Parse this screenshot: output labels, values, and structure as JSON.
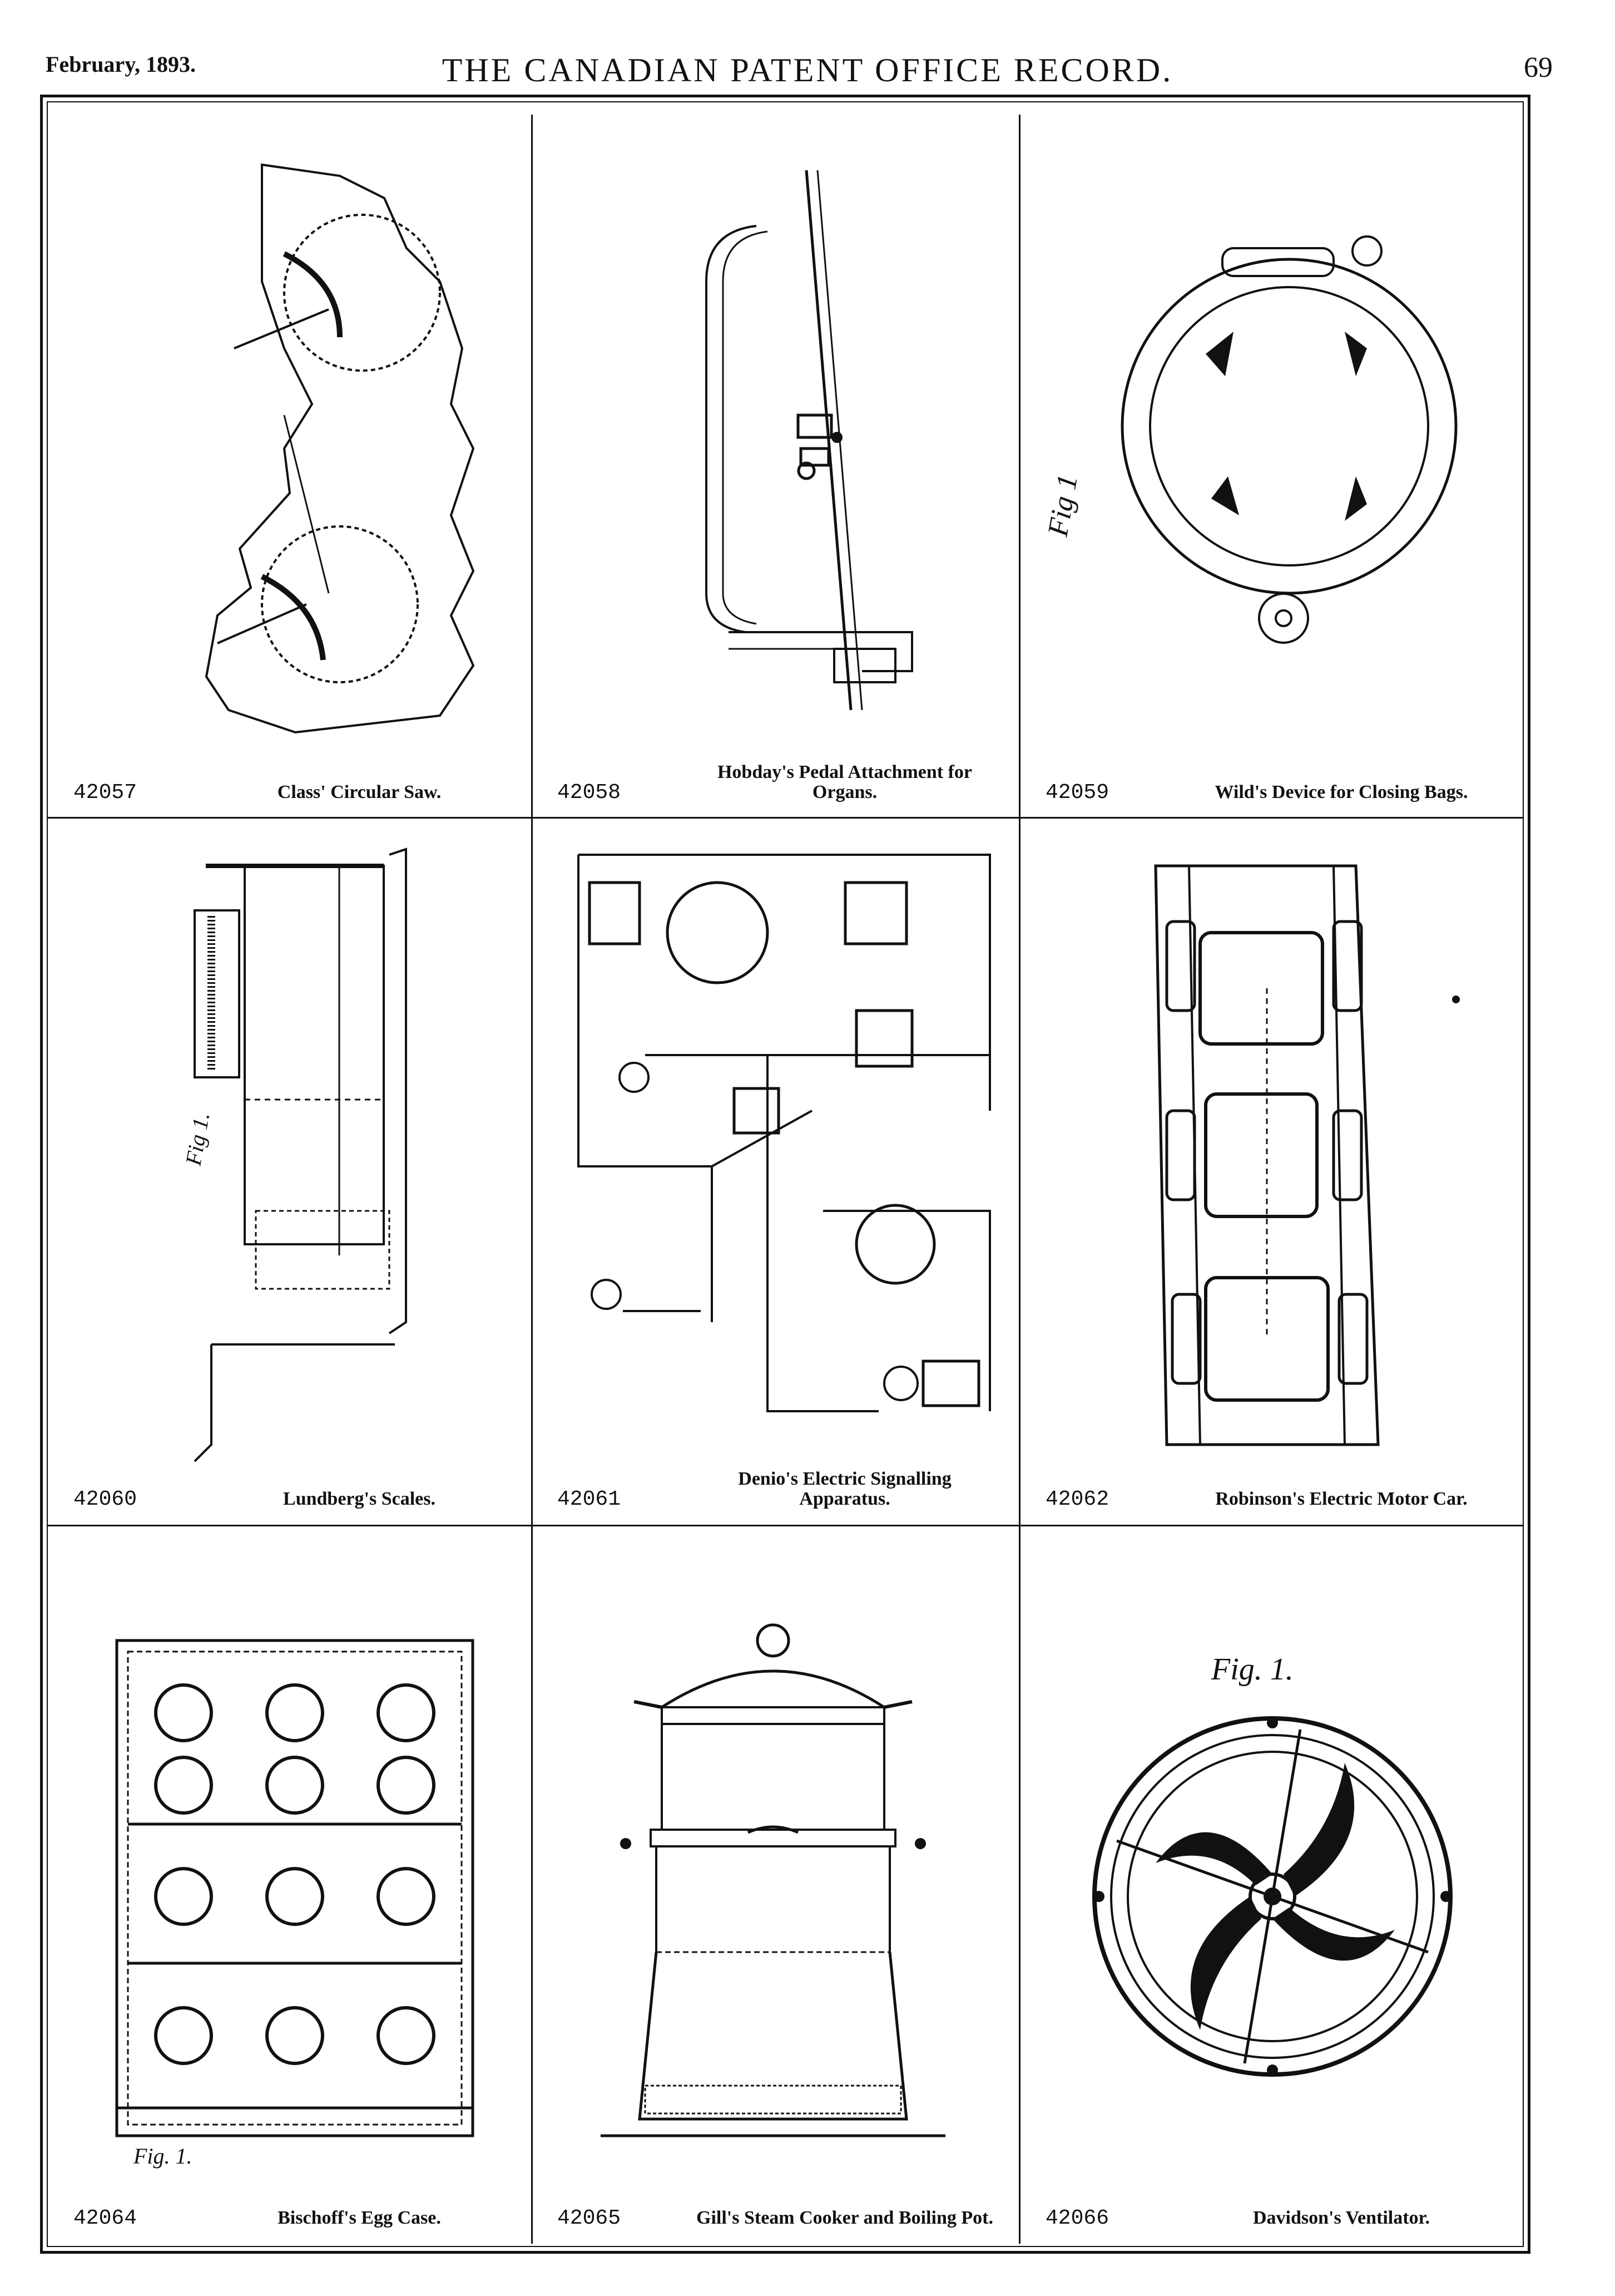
{
  "header": {
    "date": "February, 1893.",
    "title": "THE CANADIAN PATENT OFFICE RECORD.",
    "page_number": "69"
  },
  "patents": [
    {
      "number": "42057",
      "title": "Class' Circular Saw.",
      "figure_icon": "circular-saw-drawing"
    },
    {
      "number": "42058",
      "title": "Hobday's Pedal Attachment for Organs.",
      "figure_icon": "organ-pedal-drawing"
    },
    {
      "number": "42059",
      "title": "Wild's Device for Closing Bags.",
      "figure_icon": "bag-closing-ring-drawing",
      "figure_label": "Fig 1"
    },
    {
      "number": "42060",
      "title": "Lundberg's Scales.",
      "figure_icon": "scales-drawing",
      "figure_label": "Fig 1."
    },
    {
      "number": "42061",
      "title": "Denio's Electric Signalling Apparatus.",
      "figure_icon": "signalling-circuit-drawing"
    },
    {
      "number": "42062",
      "title": "Robinson's Electric Motor Car.",
      "figure_icon": "motor-car-drawing"
    },
    {
      "number": "42064",
      "title": "Bischoff's Egg Case.",
      "figure_icon": "egg-case-drawing",
      "figure_label": "Fig. 1."
    },
    {
      "number": "42065",
      "title": "Gill's Steam Cooker and Boiling Pot.",
      "figure_icon": "steam-cooker-drawing"
    },
    {
      "number": "42066",
      "title": "Davidson's Ventilator.",
      "figure_icon": "ventilator-fan-drawing",
      "figure_label": "Fig. 1."
    }
  ]
}
